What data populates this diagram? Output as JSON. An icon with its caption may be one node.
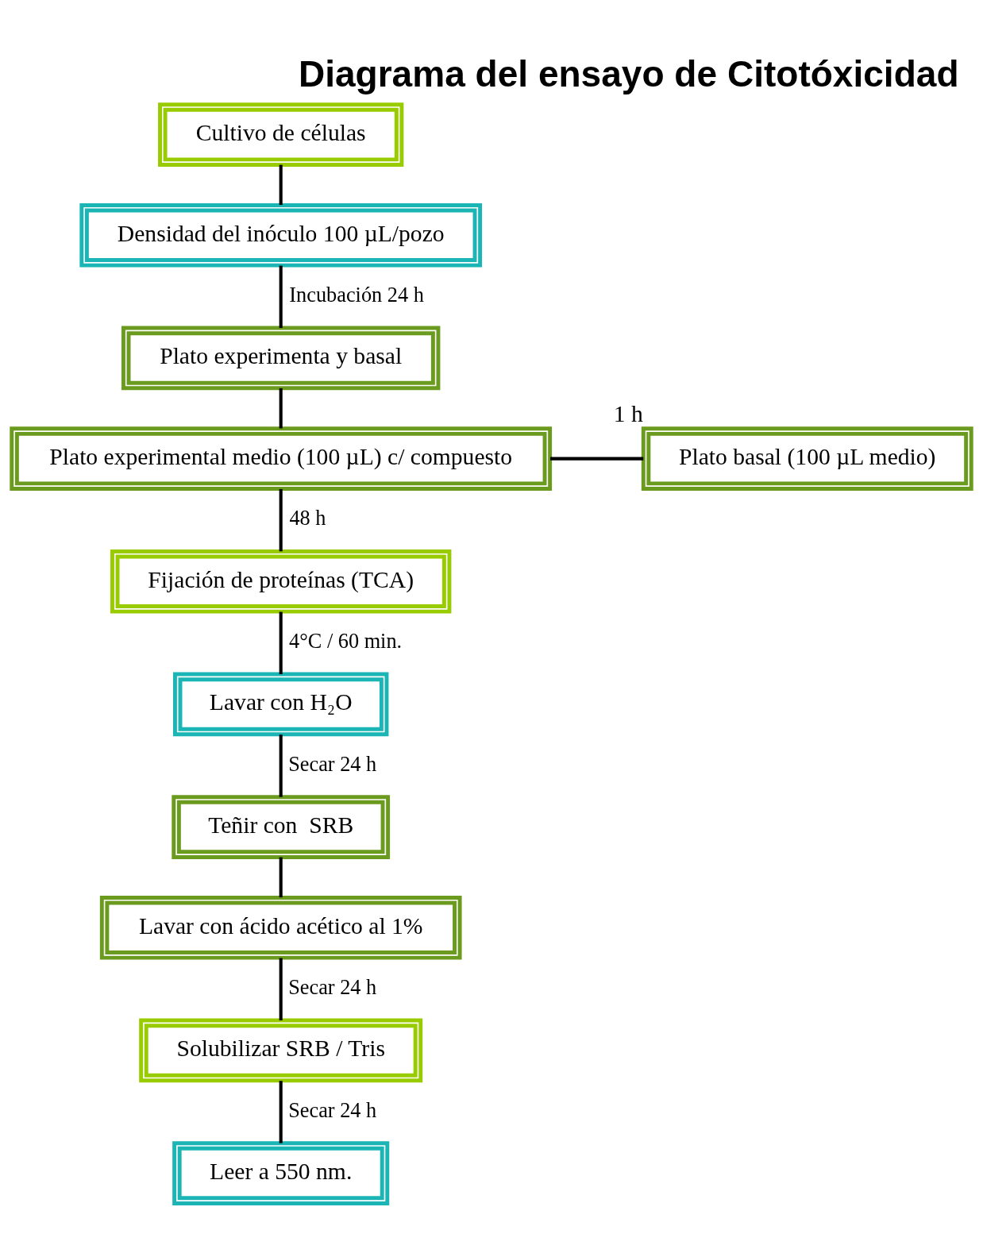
{
  "diagram": {
    "title": "Diagrama del ensayo de Citotóxicidad",
    "nodes": [
      {
        "text": [
          "Cultivo de células"
        ]
      },
      {
        "text": [
          "Densidad del inóculo 100 µL/pozo"
        ]
      },
      {
        "text": [
          "Plato experimenta y basal"
        ]
      },
      {
        "text": [
          "Plato experimental medio (100 µL) c/ compuesto"
        ]
      },
      {
        "text": [
          "Plato basal (100 µL medio)"
        ],
        "beside": [
          "1 h"
        ]
      },
      {
        "text": [
          "Fijación de proteínas (TCA)"
        ]
      },
      {
        "text": [
          "Lavar con H₂O"
        ]
      },
      {
        "text": [
          "Teñir con  SRB"
        ]
      },
      {
        "text": [
          "Lavar con ácido acético al 1%"
        ]
      },
      {
        "text": [
          "Solubilizar SRB / Tris"
        ]
      },
      {
        "text": [
          "Leer a 550 nm."
        ]
      }
    ],
    "edges": [
      {
        "from": 0,
        "to": 1,
        "arrow": "none"
      },
      {
        "from": 1,
        "to": 2,
        "arrow": "none",
        "label": "Incubación 24 h"
      },
      {
        "from": 2,
        "to": 3,
        "arrow": "none"
      },
      {
        "from": 3,
        "to": 4,
        "arrow": "none"
      },
      {
        "from": 3,
        "to": 5,
        "arrow": "none",
        "label": "48 h"
      },
      {
        "from": 5,
        "to": 6,
        "arrow": "none",
        "label": "4°C / 60 min."
      },
      {
        "from": 6,
        "to": 7,
        "arrow": "none",
        "label": "Secar 24 h"
      },
      {
        "from": 7,
        "to": 8,
        "arrow": "none"
      },
      {
        "from": 8,
        "to": 9,
        "arrow": "none",
        "label": "Secar 24 h"
      },
      {
        "from": 9,
        "to": 10,
        "arrow": "none",
        "label": "Secar 24 h"
      }
    ]
  }
}
